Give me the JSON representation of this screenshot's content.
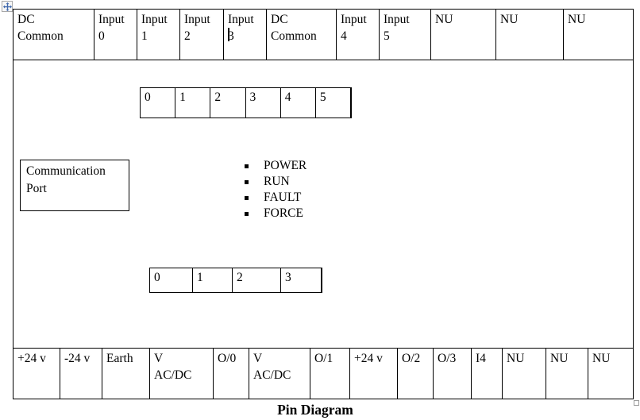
{
  "table": {
    "header_row": [
      "DC\nCommon",
      "Input\n0",
      "Input\n1",
      "Input\n2",
      "Input\n3",
      "DC\nCommon",
      "Input\n4",
      "Input\n5",
      "NU",
      "NU",
      "NU"
    ],
    "bottom_row": [
      "+24 v",
      "-24 v",
      "Earth",
      "V\nAC/DC",
      "O/0",
      "V\nAC/DC",
      "O/1",
      "+24 v",
      "O/2",
      "O/3",
      "I4",
      "NU",
      "NU",
      "NU"
    ]
  },
  "input_indicators": [
    "0",
    "1",
    "2",
    "3",
    "4",
    "5"
  ],
  "output_indicators": [
    "0",
    "1",
    "2",
    "3"
  ],
  "communication_port": "Communication\nPort",
  "status_leds": [
    "POWER",
    "RUN",
    "FAULT",
    "FORCE"
  ],
  "caption": "Pin Diagram",
  "icons": {
    "move": "move-icon",
    "resize": "resize-handle-icon"
  },
  "colors": {
    "border": "#000000",
    "move_arrow": "#4169ad",
    "handle_border": "#9b9b9b"
  }
}
